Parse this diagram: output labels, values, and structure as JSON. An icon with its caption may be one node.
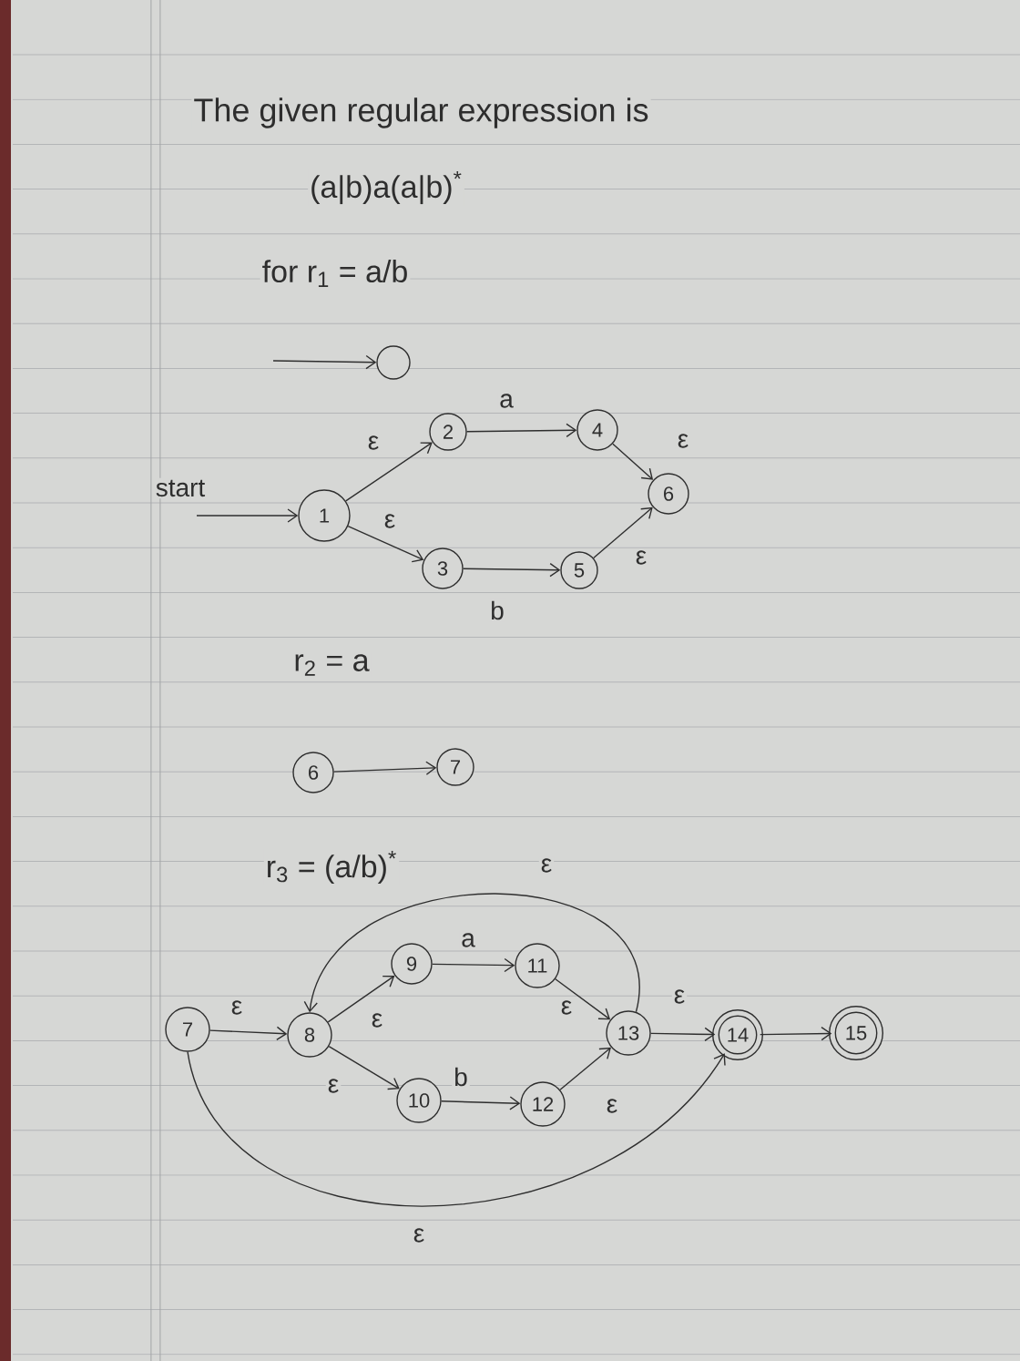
{
  "diagram": {
    "title": "The given regular expression is",
    "nodes": [
      {
        "text": [],
        "shape": "circle"
      },
      {
        "text": [
          "1"
        ]
      },
      {
        "text": [
          "2"
        ]
      },
      {
        "text": [
          "3"
        ]
      },
      {
        "text": [
          "4"
        ]
      },
      {
        "text": [
          "5"
        ]
      },
      {
        "text": [
          "6"
        ]
      },
      {
        "text": [
          "6"
        ]
      },
      {
        "text": [
          "7"
        ]
      },
      {
        "text": [
          "7"
        ]
      },
      {
        "text": [
          "8"
        ]
      },
      {
        "text": [
          "9"
        ]
      },
      {
        "text": [
          "10"
        ]
      },
      {
        "text": [
          "11"
        ]
      },
      {
        "text": [
          "12"
        ]
      },
      {
        "text": [
          "13"
        ]
      },
      {
        "text": [
          "14"
        ]
      },
      {
        "text": [
          "15"
        ]
      }
    ],
    "edges": [
      {
        "from": null,
        "to": 0,
        "arrow": "to"
      },
      {
        "from": null,
        "to": 1,
        "arrow": "to",
        "label": "start"
      },
      {
        "from": 1,
        "to": 2,
        "arrow": "to",
        "label": "ε"
      },
      {
        "from": 1,
        "to": 3,
        "arrow": "to",
        "label": "ε"
      },
      {
        "from": 2,
        "to": 4,
        "arrow": "to",
        "label": "a"
      },
      {
        "from": 3,
        "to": 5,
        "arrow": "to",
        "label": "b"
      },
      {
        "from": 4,
        "to": 6,
        "arrow": "to",
        "label": "ε"
      },
      {
        "from": 5,
        "to": 6,
        "arrow": "to",
        "label": "ε"
      },
      {
        "from": 7,
        "to": 8,
        "arrow": "to"
      },
      {
        "from": 9,
        "to": 10,
        "arrow": "to",
        "label": "ε"
      },
      {
        "from": 10,
        "to": 11,
        "arrow": "to",
        "label": "ε"
      },
      {
        "from": 10,
        "to": 12,
        "arrow": "to",
        "label": "ε"
      },
      {
        "from": 11,
        "to": 13,
        "arrow": "to",
        "label": "a"
      },
      {
        "from": 12,
        "to": 14,
        "arrow": "to",
        "label": "b"
      },
      {
        "from": 13,
        "to": 15,
        "arrow": "to",
        "label": "ε"
      },
      {
        "from": 14,
        "to": 15,
        "arrow": "to",
        "label": "ε"
      },
      {
        "from": 15,
        "to": 16,
        "arrow": "to",
        "label": "ε"
      },
      {
        "from": 16,
        "to": 17,
        "arrow": "to"
      },
      {
        "from": 15,
        "to": 10,
        "arrow": "to",
        "label": "ε"
      },
      {
        "from": 9,
        "to": 16,
        "arrow": "to",
        "label": "ε"
      }
    ],
    "labels": [
      "(a|b)a(a|b)$^{*}$",
      "for r$_{1}$ = a/b",
      "r$_{2}$ = a",
      "r$_{3}$ = (a/b)$^{*}$"
    ]
  }
}
